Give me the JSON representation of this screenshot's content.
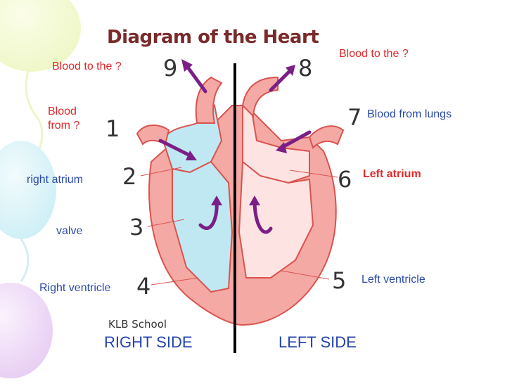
{
  "title": "Diagram of the Heart",
  "labels": {
    "blood_to_right": "Blood to the ?",
    "blood_to_left": "Blood to the ?",
    "blood_from_line1": "Blood",
    "blood_from_line2": "from ?",
    "blood_from_lungs": "Blood from lungs",
    "right_atrium": "right atrium",
    "left_atrium": "Left atrium",
    "valve": "valve",
    "right_ventricle": "Right ventricle",
    "left_ventricle": "Left ventricle"
  },
  "numbers": [
    "1",
    "2",
    "3",
    "4",
    "5",
    "6",
    "7",
    "8",
    "9"
  ],
  "watermark": "KLB School",
  "sides": {
    "right": "RIGHT SIDE",
    "left": "LEFT SIDE"
  },
  "colors": {
    "heart_wall": "#f5a9a4",
    "heart_outline": "#d9534f",
    "deoxygenated": "#bfe8f3",
    "oxygenated": "#fde4e2",
    "arrow": "#7b1f86",
    "label_red": "#e0282a",
    "label_blue": "#2b4aa8"
  }
}
